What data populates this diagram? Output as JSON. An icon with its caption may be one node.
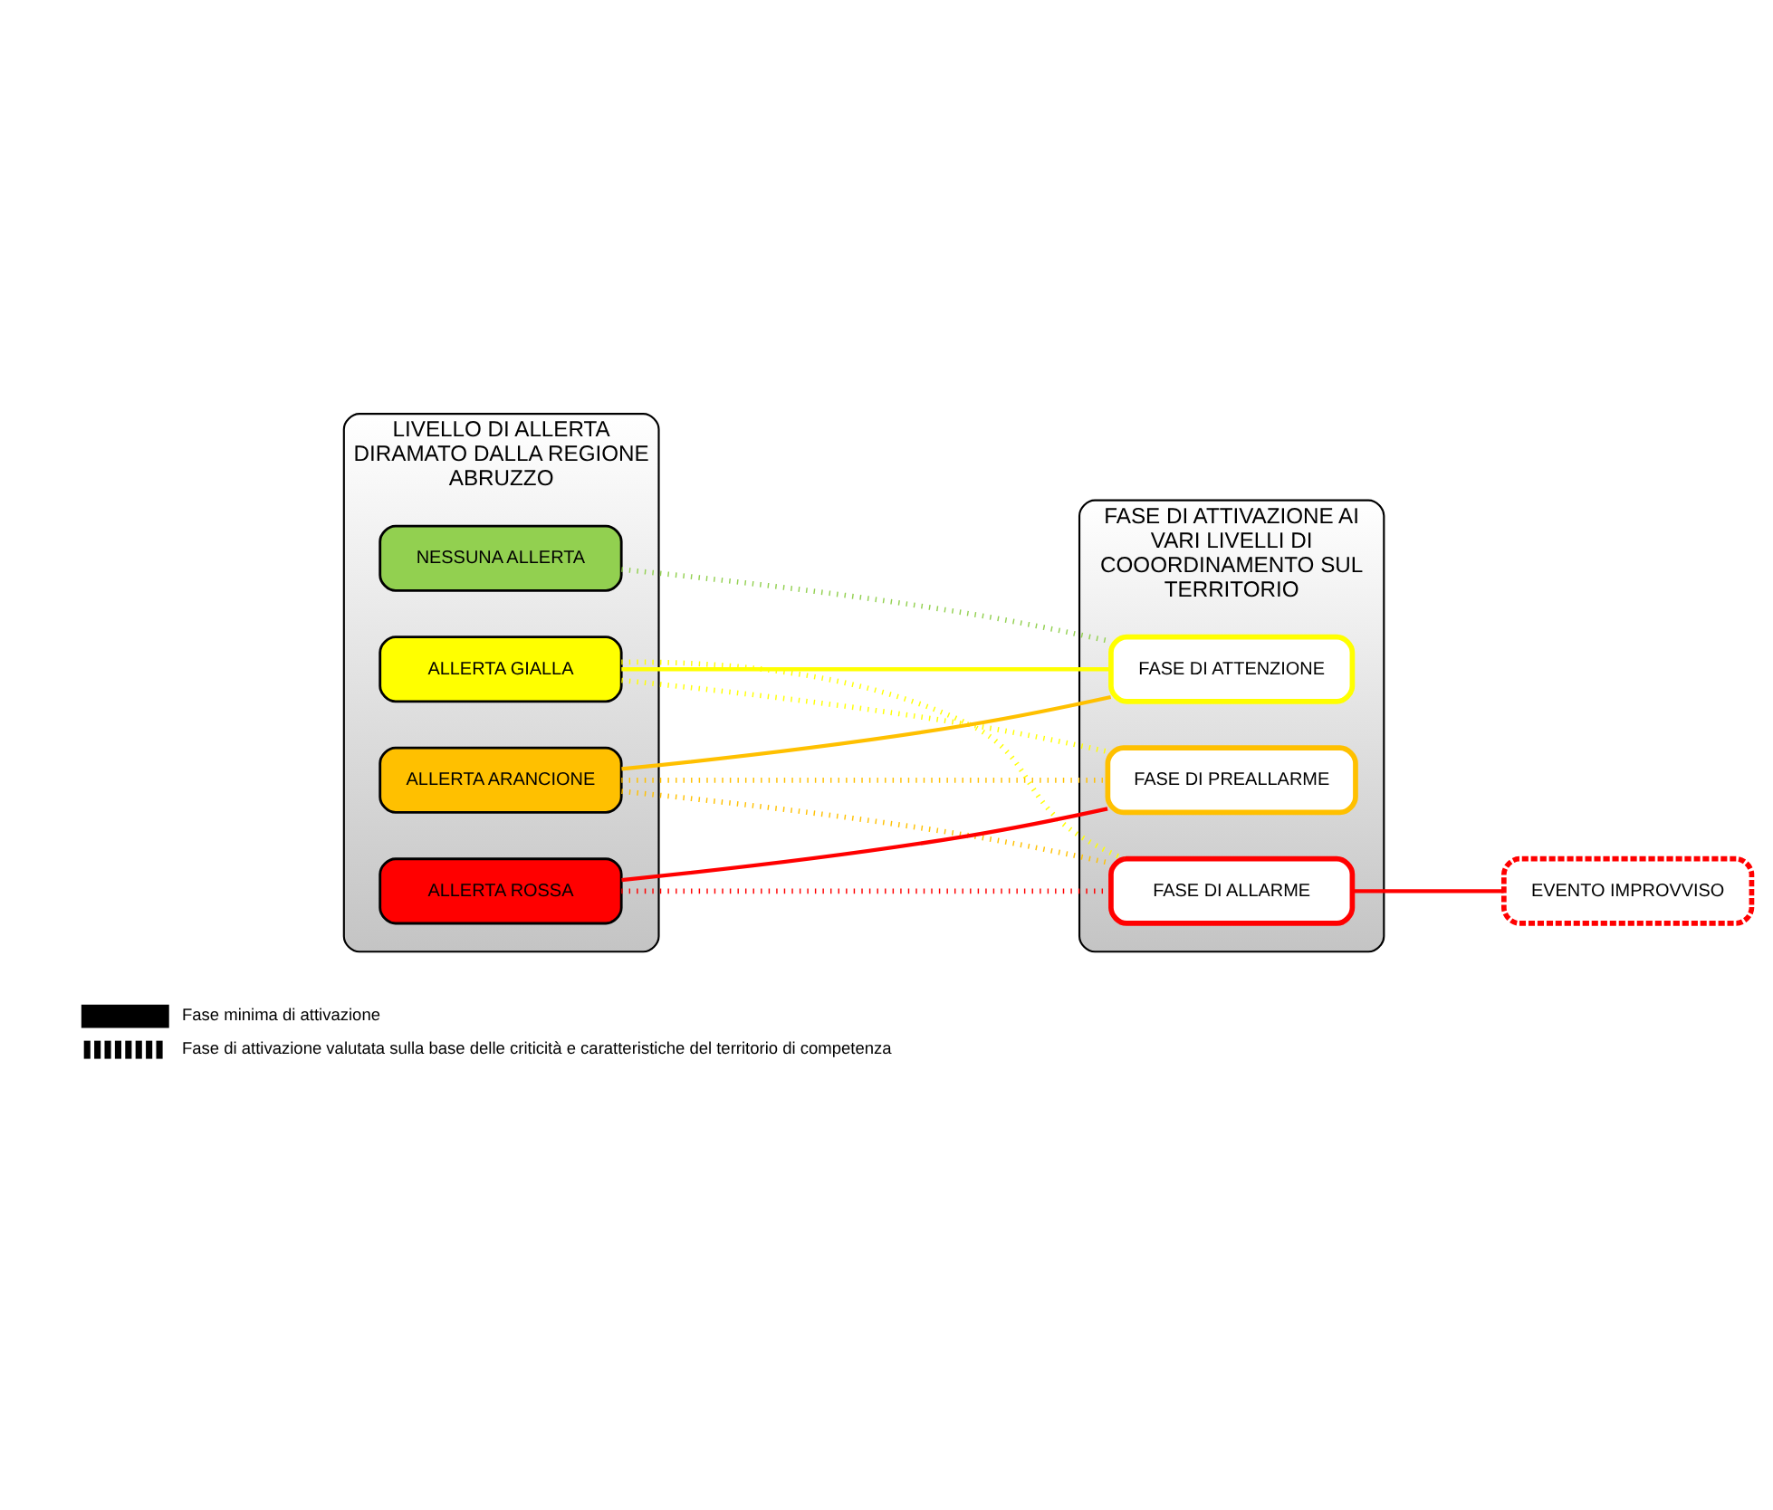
{
  "diagram": {
    "nodes": [
      {
        "text": [
          "LIVELLO DI ALLERTA DIRAMATO DALLA REGIONE ABRUZZO"
        ]
      },
      {
        "text": [
          "NESSUNA ALLERTA"
        ],
        "in": 0
      },
      {
        "text": [
          "ALLERTA GIALLA"
        ],
        "in": 0
      },
      {
        "text": [
          "ALLERTA ARANCIONE"
        ],
        "in": 0
      },
      {
        "text": [
          "ALLERTA ROSSA"
        ],
        "in": 0
      },
      {
        "text": [
          "FASE DI ATTIVAZIONE AI VARI LIVELLI DI COOORDINAMENTO SUL TERRITORIO"
        ]
      },
      {
        "text": [
          "FASE DI ATTENZIONE"
        ],
        "in": 5
      },
      {
        "text": [
          "FASE DI PREALLARME"
        ],
        "in": 5
      },
      {
        "text": [
          "FASE DI ALLARME"
        ],
        "in": 5
      },
      {
        "text": [
          "EVENTO IMPROVVISO"
        ]
      }
    ],
    "edges": [
      {
        "from": 1,
        "to": 6,
        "arrow": "none",
        "style": "dashed",
        "color": "#92d050"
      },
      {
        "from": 2,
        "to": 6,
        "arrow": "none",
        "color": "#ffff00"
      },
      {
        "from": 2,
        "to": 7,
        "arrow": "none",
        "style": "dashed",
        "color": "#ffff00"
      },
      {
        "from": 2,
        "to": 8,
        "arrow": "none",
        "style": "dashed",
        "color": "#ffff00"
      },
      {
        "from": 3,
        "to": 6,
        "arrow": "none",
        "color": "#ffc000"
      },
      {
        "from": 3,
        "to": 7,
        "arrow": "none",
        "style": "dashed",
        "color": "#ffc000"
      },
      {
        "from": 3,
        "to": 8,
        "arrow": "none",
        "style": "dashed",
        "color": "#ffc000"
      },
      {
        "from": 4,
        "to": 7,
        "arrow": "none",
        "color": "#ff0000"
      },
      {
        "from": 4,
        "to": 8,
        "arrow": "none",
        "style": "dashed",
        "color": "#ff0000"
      },
      {
        "from": 8,
        "to": 9,
        "arrow": "none",
        "color": "#ff0000"
      }
    ],
    "legend": [
      {
        "text": "Fase minima di attivazione"
      },
      {
        "text": "Fase di attivazione valutata sulla base delle criticità e caratteristiche del territorio di competenza"
      }
    ]
  }
}
